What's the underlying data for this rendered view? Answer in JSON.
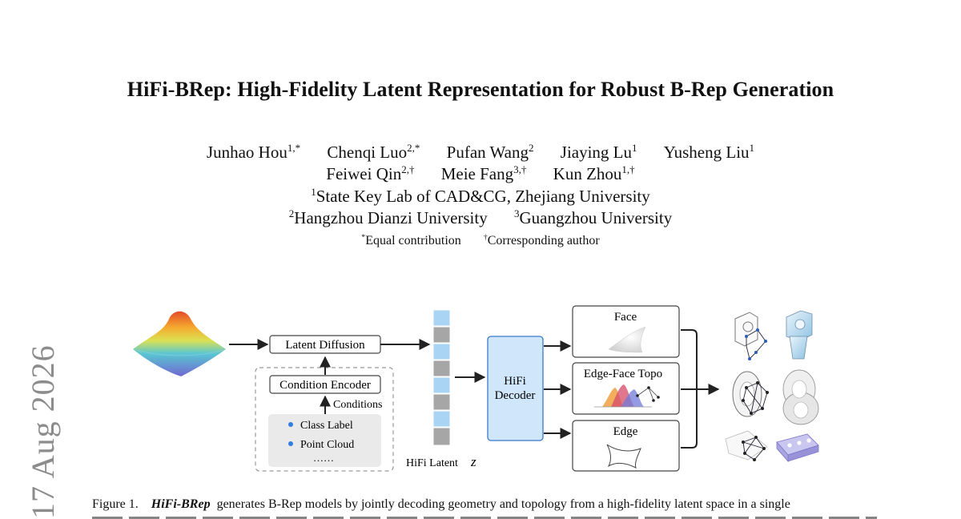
{
  "paper": {
    "title": "HiFi-BRep: High-Fidelity Latent Representation for Robust B-Rep Generation",
    "authors_line1": [
      {
        "name": "Junhao Hou",
        "sup": "1,*"
      },
      {
        "name": "Chenqi Luo",
        "sup": "2,*"
      },
      {
        "name": "Pufan Wang",
        "sup": "2"
      },
      {
        "name": "Jiaying Lu",
        "sup": "1"
      },
      {
        "name": "Yusheng Liu",
        "sup": "1"
      }
    ],
    "authors_line2": [
      {
        "name": "Feiwei Qin",
        "sup": "2,†"
      },
      {
        "name": "Meie Fang",
        "sup": "3,†"
      },
      {
        "name": "Kun Zhou",
        "sup": "1,†"
      }
    ],
    "affiliations": [
      {
        "sup": "1",
        "name": "State Key Lab of CAD&CG, Zhejiang University"
      },
      {
        "sup": "2",
        "name": "Hangzhou Dianzi University"
      },
      {
        "sup": "3",
        "name": "Guangzhou University"
      }
    ],
    "notes": [
      {
        "sup": "*",
        "text": "Equal contribution"
      },
      {
        "sup": "†",
        "text": "Corresponding author"
      }
    ],
    "arxiv_stamp": "17 Aug 2026"
  },
  "figure": {
    "latent_diffusion": "Latent Diffusion",
    "condition_encoder": "Condition Encoder",
    "conditions": "Conditions",
    "class_label": "Class Label",
    "point_cloud": "Point Cloud",
    "ellipsis": "……",
    "hifi_latent": "HiFi Latent",
    "latent_symbol": "z",
    "decoder_line1": "HiFi",
    "decoder_line2": "Decoder",
    "face": "Face",
    "edge_face_topo": "Edge-Face Topo",
    "edge": "Edge",
    "accent_blue": "#a9d4f3",
    "decoder_fill": "#cfe6fb",
    "bullet_color": "#2f7de0"
  },
  "caption": {
    "label": "Figure 1.",
    "emph": "HiFi-BRep",
    "text": "generates B-Rep models by jointly decoding geometry and topology from a high-fidelity latent space in a single"
  }
}
